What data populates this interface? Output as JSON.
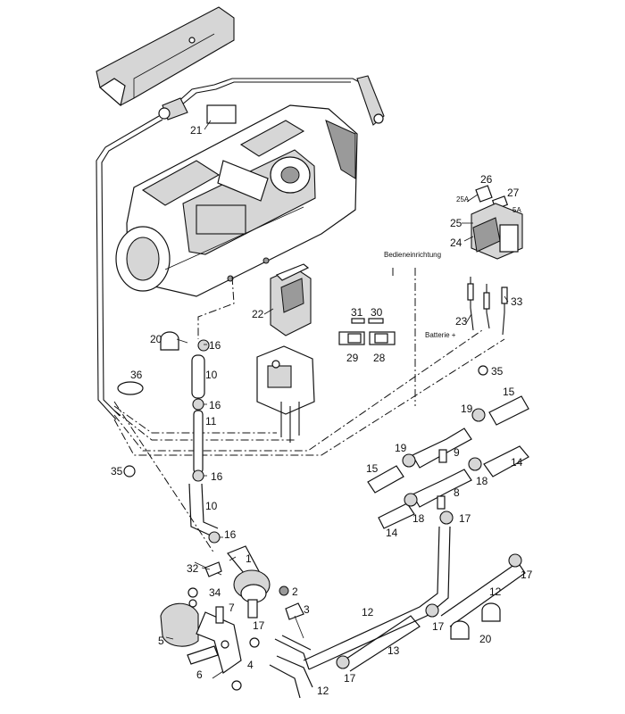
{
  "labels": {
    "bedieneinrichtung": "Bedieneinrichtung",
    "batterie": "Batterie +",
    "fuse_25a": "25A",
    "fuse_5a": "5A"
  },
  "callouts": {
    "n21": "21",
    "n26": "26",
    "n27": "27",
    "n25": "25",
    "n24": "24",
    "n33": "33",
    "n23": "23",
    "n31": "31",
    "n30": "30",
    "n22": "22",
    "n29": "29",
    "n28": "28",
    "n20a": "20",
    "n16a": "16",
    "n10a": "10",
    "n36": "36",
    "n16b": "16",
    "n11": "11",
    "n35a": "35",
    "n15a": "15",
    "n19a": "19",
    "n19b": "19",
    "n9": "9",
    "n15b": "15",
    "n14a": "14",
    "n18a": "18",
    "n35b": "35",
    "n16c": "16",
    "n10b": "10",
    "n8": "8",
    "n18b": "18",
    "n14b": "14",
    "n17a": "17",
    "n16d": "16",
    "n1": "1",
    "n32": "32",
    "n34": "34",
    "n2": "2",
    "n3": "3",
    "n7": "7",
    "n17b": "17",
    "n5": "5",
    "n6": "6",
    "n4": "4",
    "n12a": "12",
    "n17c": "17",
    "n12b": "12",
    "n17d": "17",
    "n20b": "20",
    "n13": "13",
    "n17e": "17",
    "n12c": "12"
  }
}
